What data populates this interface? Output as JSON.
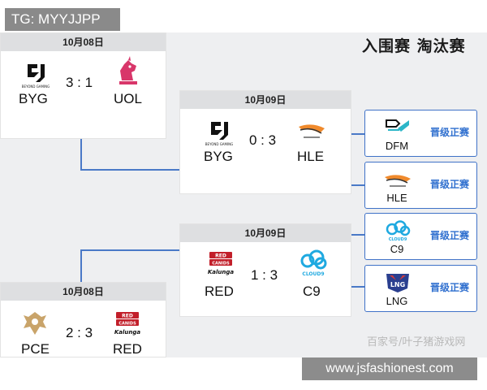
{
  "watermark_top": "TG: MYYJJPP",
  "title": "入围赛 淘汰赛",
  "matches": [
    {
      "date": "10月08日",
      "team1": "BYG",
      "team2": "UOL",
      "score": "3 : 1"
    },
    {
      "date": "10月09日",
      "team1": "BYG",
      "team2": "HLE",
      "score": "0 : 3"
    },
    {
      "date": "10月09日",
      "team1": "RED",
      "team2": "C9",
      "score": "1 : 3"
    },
    {
      "date": "10月08日",
      "team1": "PCE",
      "team2": "RED",
      "score": "2 : 3"
    }
  ],
  "results": [
    {
      "team": "DFM",
      "status": "晋级正赛"
    },
    {
      "team": "HLE",
      "status": "晋级正赛"
    },
    {
      "team": "C9",
      "status": "晋级正赛"
    },
    {
      "team": "LNG",
      "status": "晋级正赛"
    }
  ],
  "logo_text": {
    "byg": "BEYOND GAMING",
    "red": [
      "RED",
      "CANIDS",
      "Kalunga"
    ],
    "cloud9": "CLOUD9",
    "lng": "LNG"
  },
  "watermark_source": "百家号/叶子猪游戏网",
  "watermark_site": "www.jsfashionest.com",
  "colors": {
    "line": "#4a79c7",
    "badge": "#2f6fcf",
    "header": "#dedfe1",
    "background": "#eeeff1"
  }
}
